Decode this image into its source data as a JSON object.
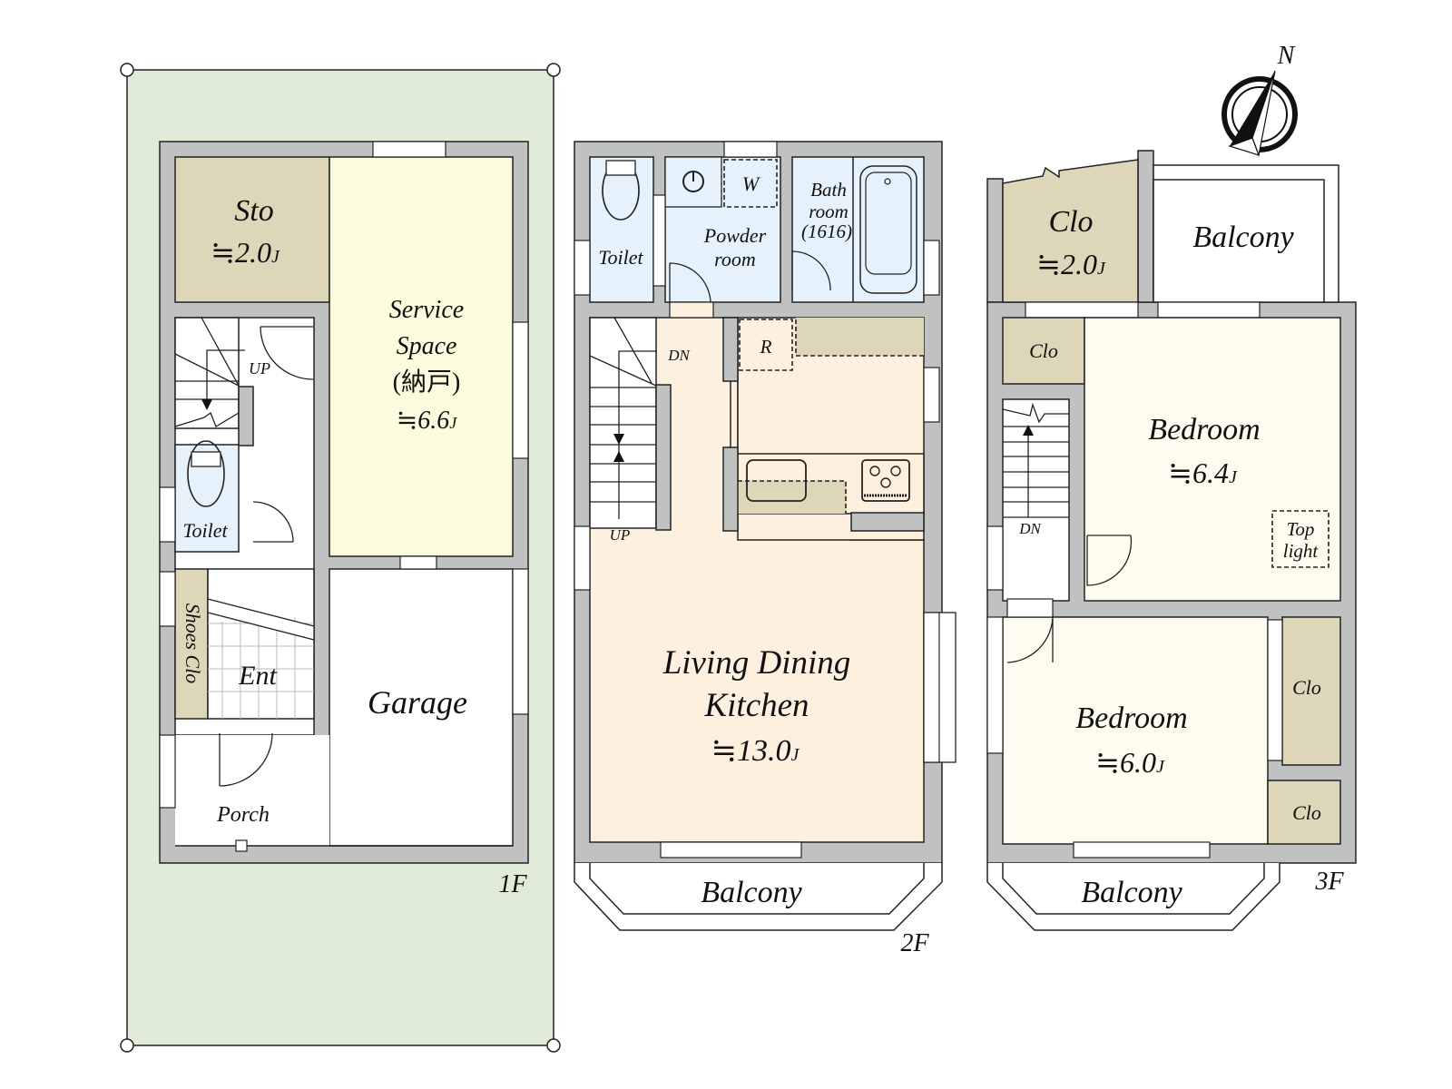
{
  "colors": {
    "site": "#e1ecd8",
    "wall": "#c0c1c1",
    "storage": "#ded6b8",
    "service": "#fdfbdd",
    "wet": "#e6f2fb",
    "ldk": "#fdf0df",
    "bedroom": "#fefcee",
    "white": "#ffffff"
  },
  "compass": {
    "label": "N"
  },
  "floors": [
    {
      "label": "1F",
      "rooms": {
        "sto": {
          "name": "Sto",
          "area": "≒2.0",
          "unit": "J"
        },
        "service": {
          "line1": "Service",
          "line2": "Space",
          "line3": "(納戸)",
          "area": "≒6.6",
          "unit": "J"
        },
        "stairs_up": "UP",
        "toilet": "Toilet",
        "shoes": "Shoes Clo",
        "ent": "Ent",
        "garage": "Garage",
        "porch": "Porch"
      }
    },
    {
      "label": "2F",
      "rooms": {
        "toilet": "Toilet",
        "washer": "W",
        "powder": {
          "line1": "Powder",
          "line2": "room"
        },
        "bath": {
          "line1": "Bath",
          "line2": "room",
          "line3": "(1616)"
        },
        "fridge": "R",
        "stairs_dn": "DN",
        "stairs_up": "UP",
        "ldk": {
          "line1": "Living Dining",
          "line2": "Kitchen",
          "area": "≒13.0",
          "unit": "J"
        },
        "balcony": "Balcony"
      }
    },
    {
      "label": "3F",
      "rooms": {
        "clo_top": {
          "name": "Clo",
          "area": "≒2.0",
          "unit": "J"
        },
        "balcony_top": "Balcony",
        "clo_small": "Clo",
        "bedroom1": {
          "name": "Bedroom",
          "area": "≒6.4",
          "unit": "J"
        },
        "toplight": {
          "line1": "Top",
          "line2": "light"
        },
        "stairs_dn": "DN",
        "bedroom2": {
          "name": "Bedroom",
          "area": "≒6.0",
          "unit": "J"
        },
        "clo_right1": "Clo",
        "clo_right2": "Clo",
        "balcony": "Balcony"
      }
    }
  ]
}
